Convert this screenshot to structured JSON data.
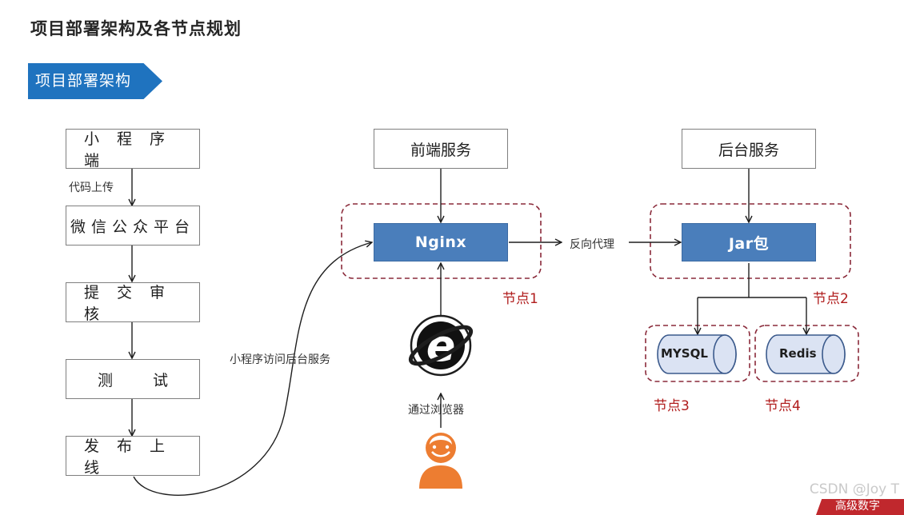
{
  "title": "项目部署架构及各节点规划",
  "section": "项目部署架构",
  "left_flow": {
    "steps": [
      "小程序端",
      "微信公众平台",
      "提交审核",
      "测 试",
      "发布上线"
    ],
    "upload_label": "代码上传"
  },
  "miniprogram_access_label": "小程序访问后台服务",
  "frontend": {
    "service_label": "前端服务",
    "nginx_label": "Nginx",
    "browser_label": "通过浏览器",
    "node_label": "节点1"
  },
  "proxy_label": "反向代理",
  "backend": {
    "service_label": "后台服务",
    "jar_label": "Jar包",
    "node_label": "节点2"
  },
  "databases": [
    {
      "name": "MYSQL",
      "node_label": "节点3"
    },
    {
      "name": "Redis",
      "node_label": "节点4"
    }
  ],
  "watermark": "CSDN @Joy T",
  "corner_banner": "高级数字",
  "colors": {
    "accent_blue": "#1f73bf",
    "node_blue": "#4a7ebb",
    "dashed_border": "#8a2a3a",
    "node_label_red": "#b01c1c",
    "cylinder_fill": "#dbe3f3",
    "user_orange": "#ed7d31"
  },
  "icons": {
    "browser": "internet-explorer-icon",
    "user": "user-headset-icon"
  }
}
